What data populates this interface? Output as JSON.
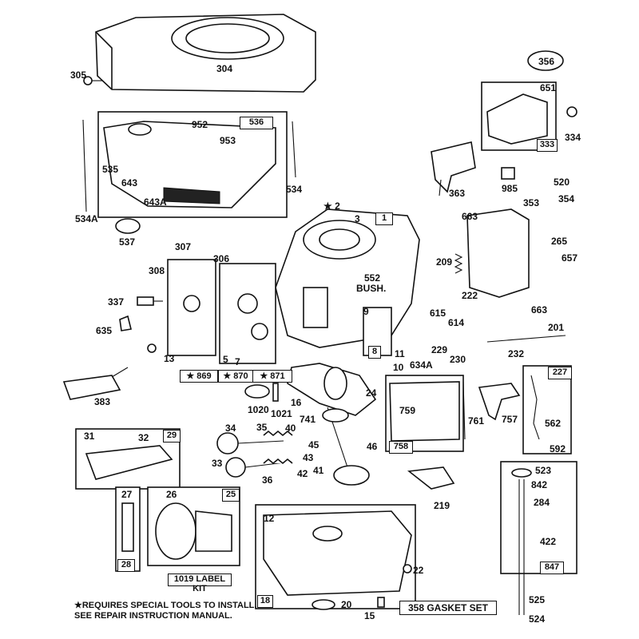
{
  "labels": {
    "l304": "304",
    "l305": "305",
    "l356": "356",
    "l651": "651",
    "l334": "334",
    "l333": "333",
    "l536": "536",
    "l952": "952",
    "l953": "953",
    "l535": "535",
    "l643": "643",
    "l643a": "643A",
    "l534": "534",
    "l534a": "534A",
    "l537": "537",
    "l363": "363",
    "l985": "985",
    "l520": "520",
    "l353": "353",
    "l354": "354",
    "l2": "★ 2",
    "l3": "3",
    "l1": "1",
    "l663a": "663",
    "l265": "265",
    "l657": "657",
    "l307": "307",
    "l306": "306",
    "l308": "308",
    "l552": "552",
    "lbush": "BUSH.",
    "l209": "209",
    "l222": "222",
    "l663b": "663",
    "l337": "337",
    "l9": "9",
    "l615": "615",
    "l614": "614",
    "l201": "201",
    "l635": "635",
    "l8": "8",
    "l11": "11",
    "l229": "229",
    "l230": "230",
    "l232": "232",
    "l13": "13",
    "l5": "5",
    "l7": "7",
    "l10": "10",
    "l634a": "634A",
    "l869": "★ 869",
    "l870": "★ 870",
    "l871": "★ 871",
    "l227": "227",
    "l383": "383",
    "l24": "24",
    "l16": "16",
    "l1020": "1020",
    "l1021": "1021",
    "l759": "759",
    "l741": "741",
    "l761": "761",
    "l757": "757",
    "l562": "562",
    "l758": "758",
    "l592": "592",
    "l31": "31",
    "l32": "32",
    "l29": "29",
    "l34": "34",
    "l35": "35",
    "l40": "40",
    "l45": "45",
    "l46": "46",
    "l33": "33",
    "l43": "43",
    "l42": "42",
    "l41": "41",
    "l36": "36",
    "l523": "523",
    "l842": "842",
    "l219": "219",
    "l27": "27",
    "l26": "26",
    "l25": "25",
    "l12": "12",
    "l284": "284",
    "l422": "422",
    "l28": "28",
    "l847": "847",
    "l22": "22",
    "l1019": "1019 LABEL KIT",
    "l18": "18",
    "l20": "20",
    "l15": "15",
    "l358": "358  GASKET SET",
    "l525": "525",
    "l524": "524"
  },
  "notes": {
    "line1": "★REQUIRES SPECIAL TOOLS TO INSTALL.",
    "line2": "  SEE REPAIR INSTRUCTION MANUAL."
  }
}
